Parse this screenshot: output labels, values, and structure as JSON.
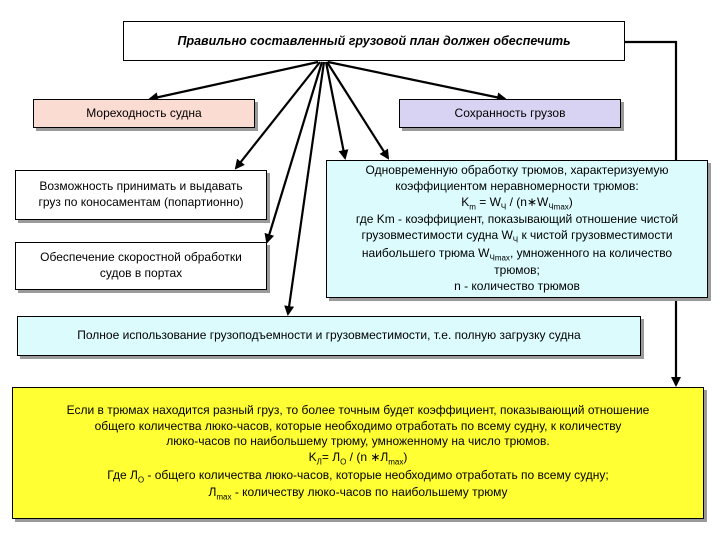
{
  "top": {
    "title": "Правильно составленный грузовой план должен обеспечить"
  },
  "left_head": {
    "label": "Мореходность судна"
  },
  "right_head": {
    "label": "Сохранность грузов"
  },
  "left_box_1": {
    "lines": [
      "Возможность принимать и выдавать",
      "груз по коносаментам (попартионно)"
    ]
  },
  "left_box_2": {
    "lines": [
      "Обеспечение скоростной обработки",
      "судов в портах"
    ]
  },
  "center_box": {
    "l1": "Одновременную обработку трюмов, характеризуемую",
    "l2": "коэффициентом неравномерности трюмов:",
    "f_a": "K",
    "f_a_sub": "m",
    "f_b": " = W",
    "f_b_sub": "Ч",
    "f_c": " / (n∗W",
    "f_c_sub": "Чmax",
    "f_d": ")",
    "l4": "где Km - коэффициент, показывающий отношение чистой",
    "l5a": "грузовместимости судна W",
    "l5_sub": "Ч",
    "l5b": " к  чистой грузовместимости",
    "l6a": "наибольшего трюма W",
    "l6_sub": "Чmax",
    "l6b": ", умноженного на количество",
    "l7": "трюмов;",
    "l8": "n - количество трюмов"
  },
  "wide_box": {
    "label": "Полное использование грузоподъемности и грузовместимости, т.е. полную загрузку судна"
  },
  "bottom_box": {
    "l1": "Если в трюмах находится разный груз, то более точным будет коэффициент, показывающий отношение",
    "l2": "общего количества люко-часов, которые необходимо отработать по всему судну, к количеству",
    "l3": "люко-часов по наибольшему трюму, умноженному на число трюмов.",
    "f_a": "K",
    "f_a_sub": "Л",
    "f_b": "= Л",
    "f_b_sub": "О",
    "f_c": " / (n ∗Л",
    "f_c_sub": "max",
    "f_d": ")",
    "l5a": "Где Л",
    "l5_sub": "О",
    "l5b": " - общего количества люко-часов, которые необходимо отработать по всему судну;",
    "l6a": "Л",
    "l6_sub": "max",
    "l6b": " - количеству люко-часов по наибольшему трюму"
  },
  "colors": {
    "left_head_fill": "#fbdcd2",
    "right_head_fill": "#d8d3f2",
    "cyan_fill": "#dcfbfd",
    "yellow_fill": "#ffff33"
  }
}
